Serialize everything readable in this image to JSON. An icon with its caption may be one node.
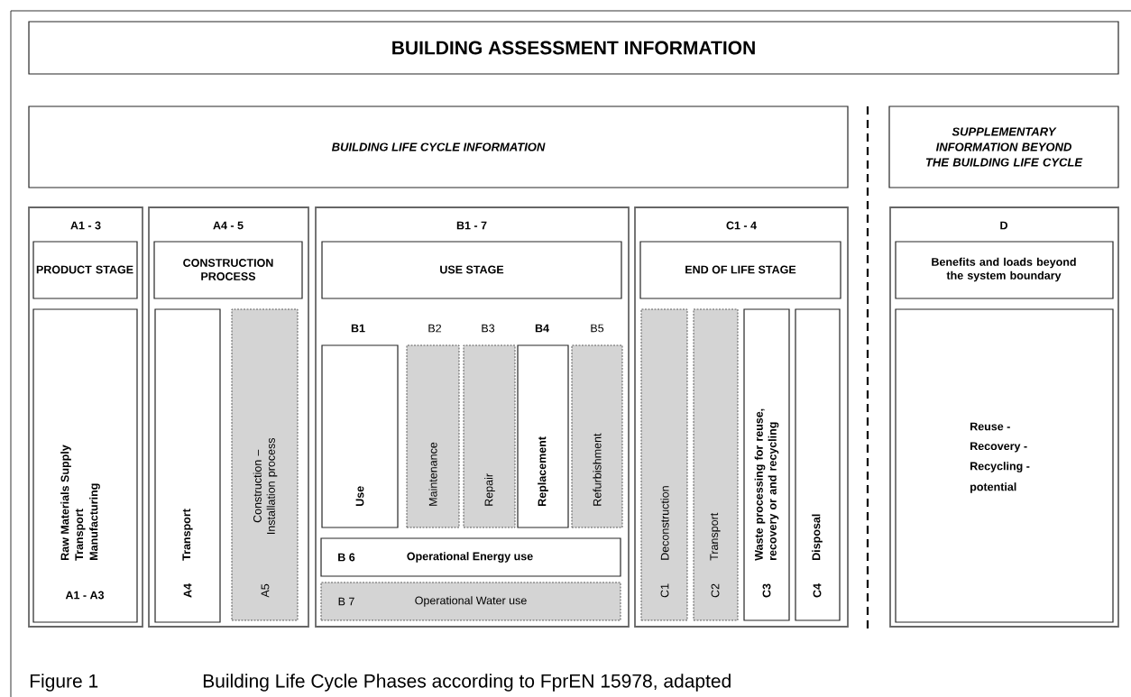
{
  "diagram": {
    "caption": "Building Life Cycle Phases according to FprEN 15978, adapted",
    "nodes": [
      {
        "text": [
          "BUILDING ASSESSMENT INFORMATION"
        ]
      },
      {
        "text": [
          "BUILDING LIFE CYCLE INFORMATION"
        ]
      },
      {
        "text": [
          "SUPPLEMENTARY INFORMATION BEYOND THE BUILDING LIFE CYCLE"
        ]
      },
      {
        "text": [
          "A1 - 3"
        ]
      },
      {
        "text": [
          "PRODUCT STAGE"
        ],
        "in": 3
      },
      {
        "text": [
          "Raw Materials Supply",
          "Transport",
          "Manufacturing",
          "A1 - A3"
        ],
        "in": 3
      },
      {
        "text": [
          "A4 - 5"
        ]
      },
      {
        "text": [
          "CONSTRUCTION PROCESS"
        ],
        "in": 6
      },
      {
        "text": [
          "Transport",
          "A4"
        ],
        "in": 6
      },
      {
        "text": [
          "Construction – Installation process",
          "A5"
        ],
        "in": 6
      },
      {
        "text": [
          "B1 - 7"
        ]
      },
      {
        "text": [
          "USE STAGE"
        ],
        "in": 10
      },
      {
        "text": [
          "B1",
          "Use"
        ],
        "in": 10
      },
      {
        "text": [
          "B2",
          "Maintenance"
        ],
        "in": 10
      },
      {
        "text": [
          "B3",
          "Repair"
        ],
        "in": 10
      },
      {
        "text": [
          "B4",
          "Replacement"
        ],
        "in": 10
      },
      {
        "text": [
          "B5",
          "Refurbishment"
        ],
        "in": 10
      },
      {
        "text": [
          "B 6",
          "Operational Energy use"
        ],
        "in": 10
      },
      {
        "text": [
          "B 7",
          "Operational Water use"
        ],
        "in": 10
      },
      {
        "text": [
          "C1 - 4"
        ]
      },
      {
        "text": [
          "END OF LIFE STAGE"
        ],
        "in": 19
      },
      {
        "text": [
          "Deconstruction",
          "C1"
        ],
        "in": 19
      },
      {
        "text": [
          "Transport",
          "C2"
        ],
        "in": 19
      },
      {
        "text": [
          "Waste processing for reuse, recovery or and recycling",
          "C3"
        ],
        "in": 19
      },
      {
        "text": [
          "Disposal",
          "C4"
        ],
        "in": 19
      },
      {
        "text": [
          "D"
        ]
      },
      {
        "text": [
          "Benefits and loads beyond the system boundary"
        ],
        "in": 25
      },
      {
        "text": [
          "Reuse -",
          "Recovery -",
          "Recycling -",
          "potential"
        ],
        "in": 25
      }
    ],
    "labels": [
      "Figure 1"
    ]
  }
}
